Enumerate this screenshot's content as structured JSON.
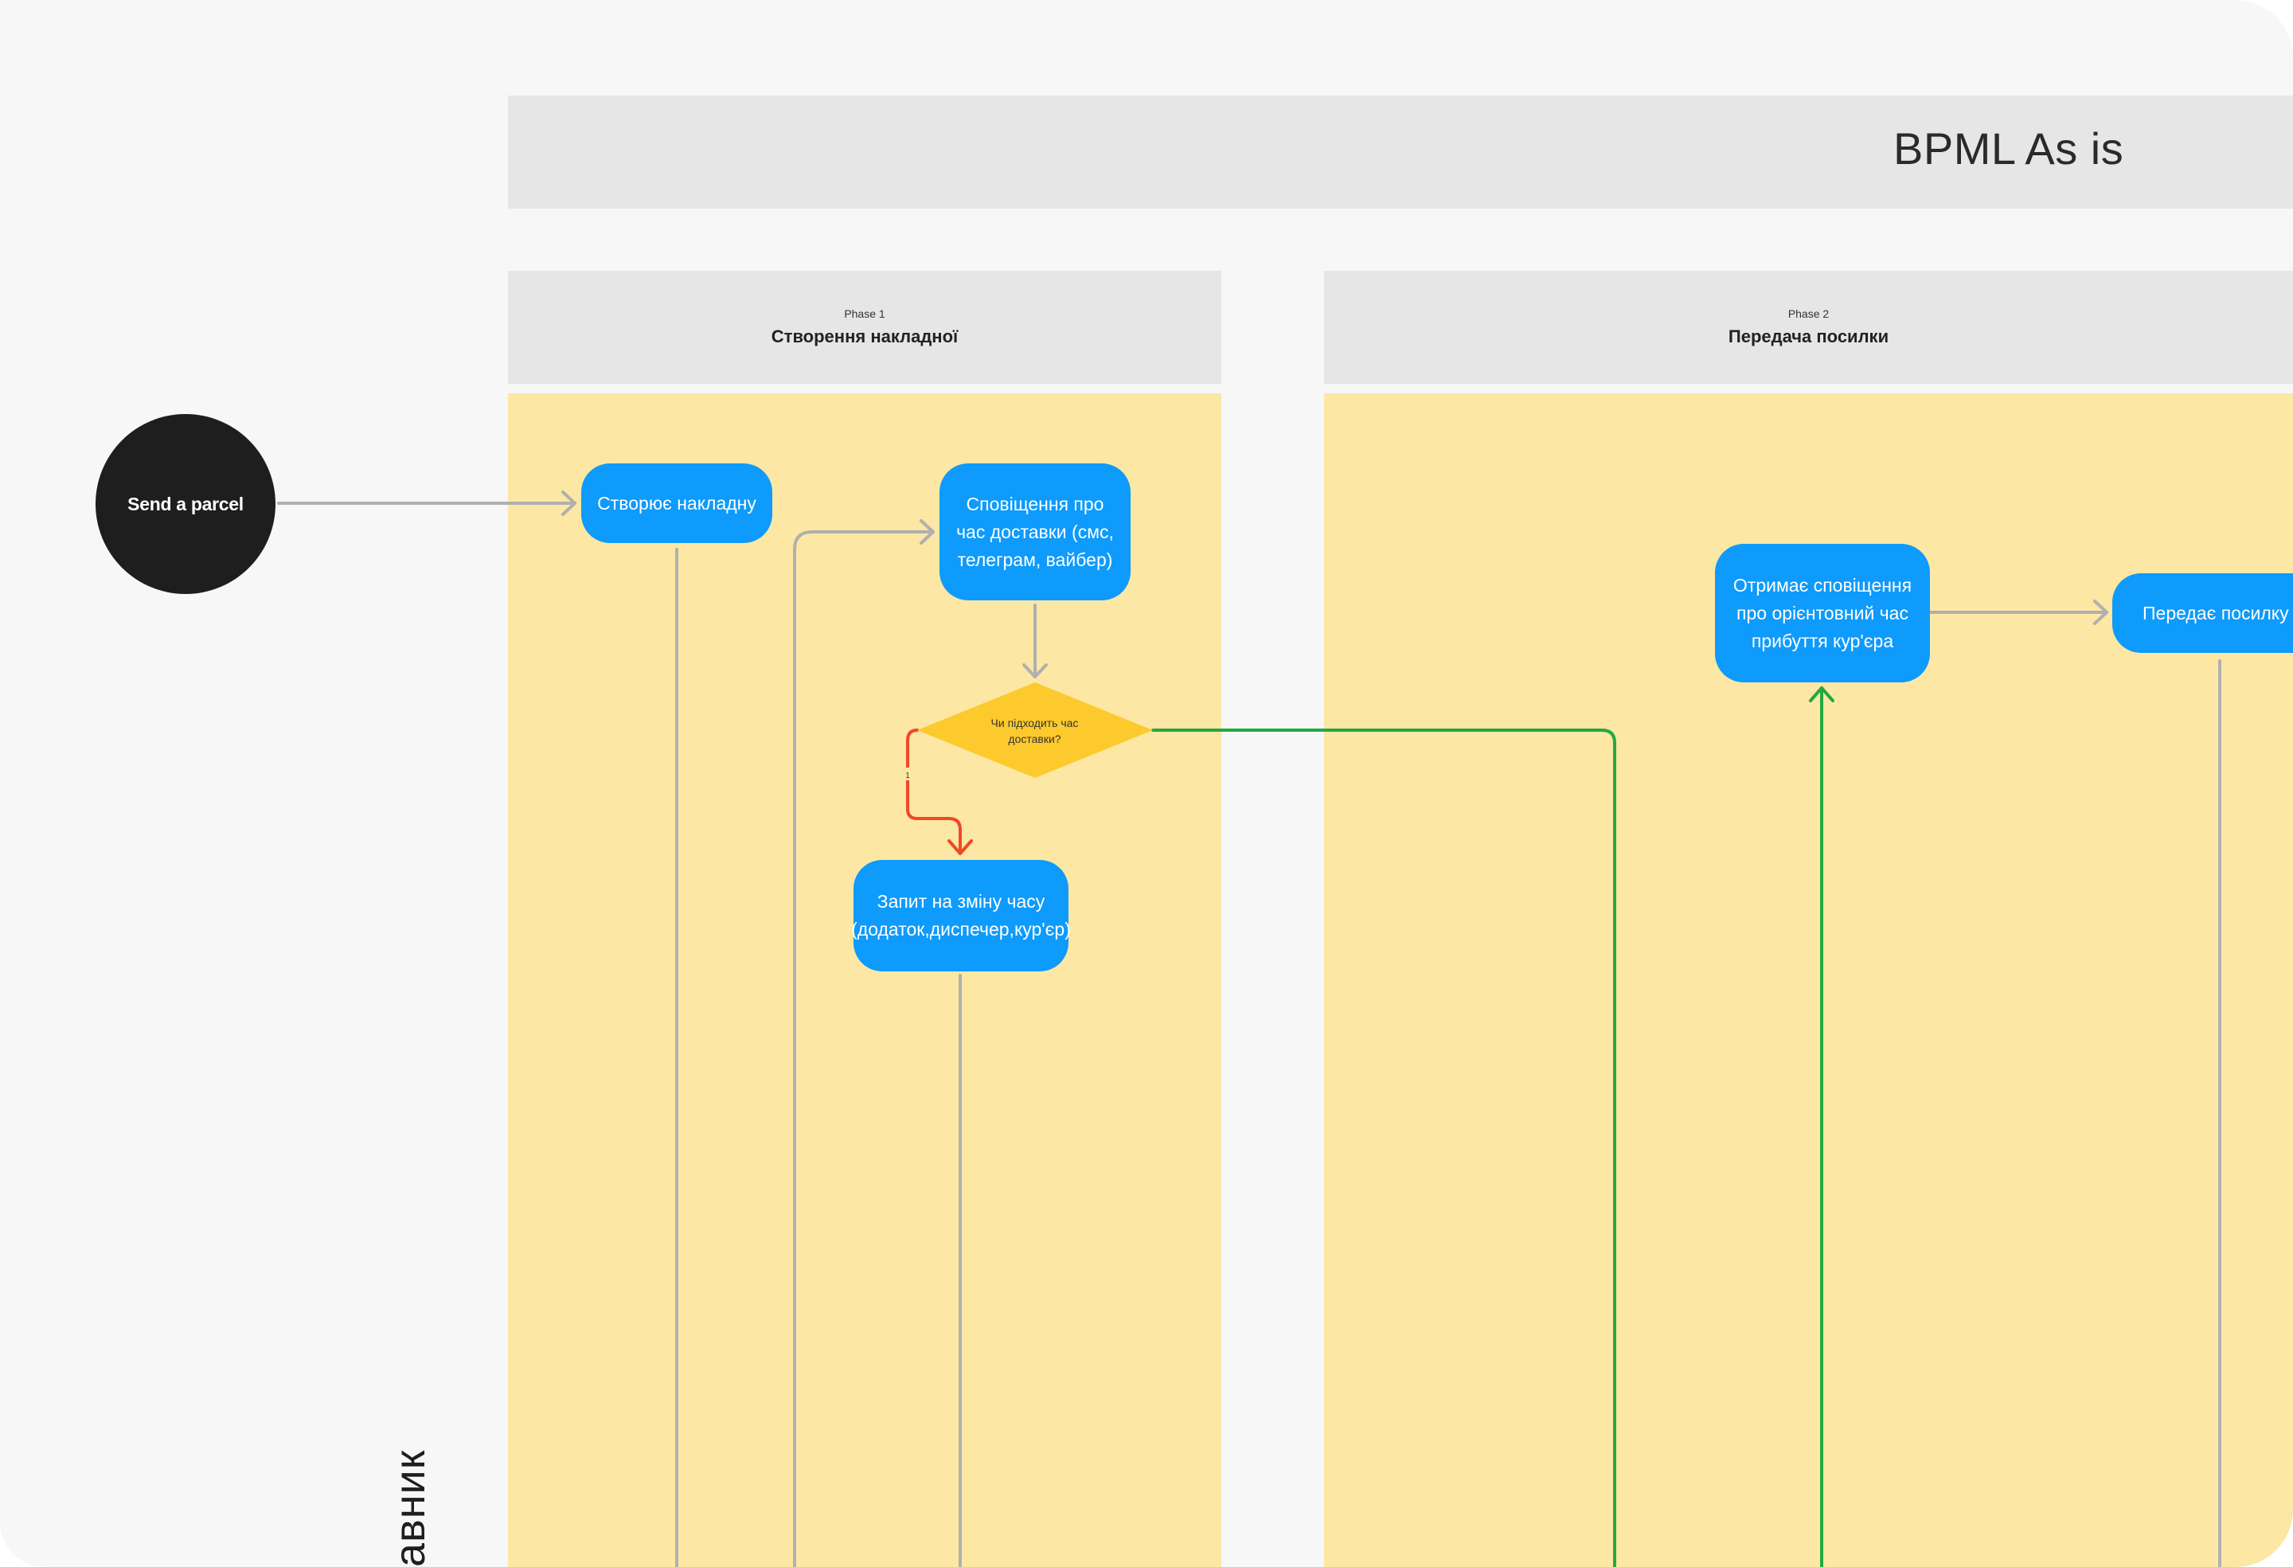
{
  "title": "BPML As is",
  "phases": [
    {
      "label": "Phase 1",
      "name": "Створення накладної"
    },
    {
      "label": "Phase 2",
      "name": "Передача посилки"
    }
  ],
  "start_event": "Send a parcel",
  "tasks": {
    "create_waybill": "Створює накладну",
    "notify_time": "Сповіщення про час доставки (смс, телеграм, вайбер)",
    "change_request": "Запит на зміну часу (додаток,диспечер,кур'єр)",
    "receive_notice": "Отримає сповіщення про орієнтовний час прибуття кур'єра",
    "hand_over": "Передає посилку"
  },
  "decision": {
    "question": "Чи підходить час доставки?",
    "no_marker": "1"
  },
  "lane_name": "авник",
  "colors": {
    "task": "#0e9bfb",
    "decision": "#fdca2d",
    "lane": "#fde7a5",
    "start": "#1e1e1e",
    "connector": "#b0b0b0",
    "yes_path": "#22a93f",
    "no_path": "#ee4a27"
  }
}
